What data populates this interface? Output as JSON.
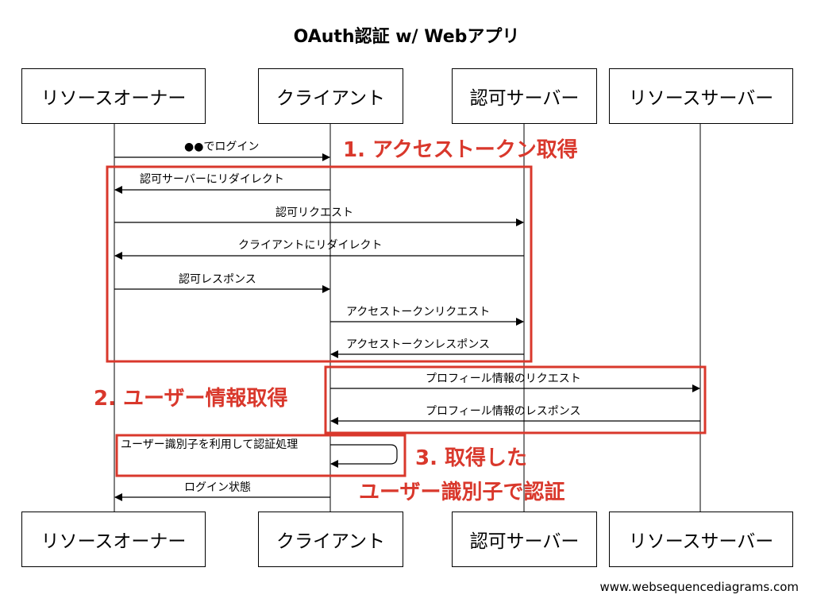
{
  "title": "OAuth認証 w/ Webアプリ",
  "participants": [
    "リソースオーナー",
    "クライアント",
    "認可サーバー",
    "リソースサーバー"
  ],
  "messages": [
    {
      "label": "●●でログイン",
      "from": 0,
      "to": 1
    },
    {
      "label": "認可サーバーにリダイレクト",
      "from": 1,
      "to": 0
    },
    {
      "label": "認可リクエスト",
      "from": 0,
      "to": 2
    },
    {
      "label": "クライアントにリダイレクト",
      "from": 2,
      "to": 0
    },
    {
      "label": "認可レスポンス",
      "from": 0,
      "to": 1
    },
    {
      "label": "アクセストークンリクエスト",
      "from": 1,
      "to": 2
    },
    {
      "label": "アクセストークンレスポンス",
      "from": 2,
      "to": 1
    },
    {
      "label": "プロフィール情報のリクエスト",
      "from": 1,
      "to": 3
    },
    {
      "label": "プロフィール情報のレスポンス",
      "from": 3,
      "to": 1
    },
    {
      "label": "ユーザー識別子を利用して認証処理",
      "from": 1,
      "to": 1
    },
    {
      "label": "ログイン状態",
      "from": 1,
      "to": 0
    }
  ],
  "annotations": {
    "step1": "1. アクセストークン取得",
    "step2": "2. ユーザー情報取得",
    "step3_line1": "3. 取得した",
    "step3_line2": "ユーザー識別子で認証"
  },
  "colors": {
    "annotation": "#d9382c",
    "line": "#000000"
  },
  "footer": "www.websequencediagrams.com"
}
